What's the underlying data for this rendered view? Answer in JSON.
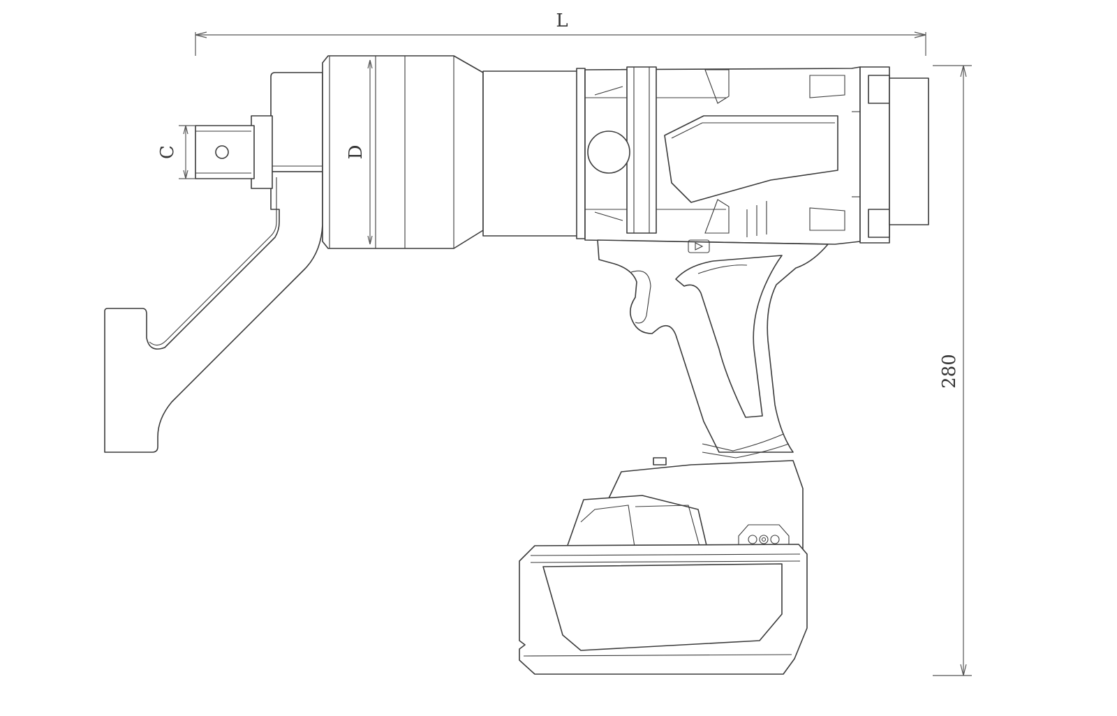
{
  "diagram": {
    "dimension_labels": {
      "overall_length": "L",
      "flange_diameter": "D",
      "square_drive": "C",
      "height": "280"
    },
    "colors": {
      "line": "#3a3a3a",
      "background": "#ffffff"
    }
  }
}
